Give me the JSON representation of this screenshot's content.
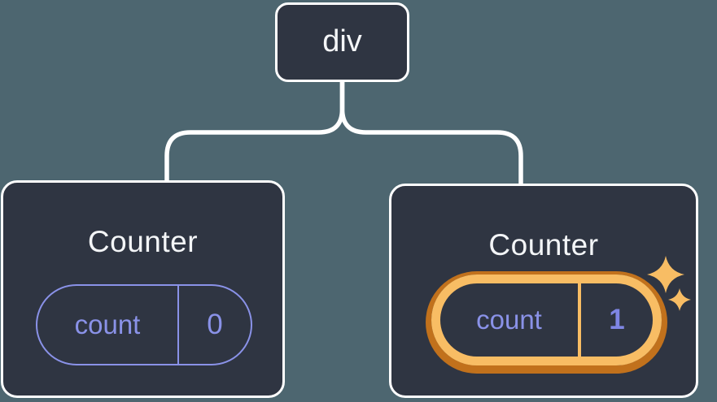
{
  "tree": {
    "root": {
      "label": "div"
    },
    "children": [
      {
        "title": "Counter",
        "state": {
          "key": "count",
          "value": "0"
        },
        "highlighted": false
      },
      {
        "title": "Counter",
        "state": {
          "key": "count",
          "value": "1"
        },
        "highlighted": true
      }
    ]
  },
  "icons": {
    "sparkle": "four-point-star"
  },
  "colors": {
    "background": "#4D6670",
    "card_bg": "#2F3542",
    "card_border": "#FFFFFF",
    "connector": "#FFFFFF",
    "accent_purple": "#8A92E8",
    "value_bold_purple": "#7F86E4",
    "highlight_gold": "#F8BD64",
    "highlight_dark_orange": "#C1711C"
  }
}
